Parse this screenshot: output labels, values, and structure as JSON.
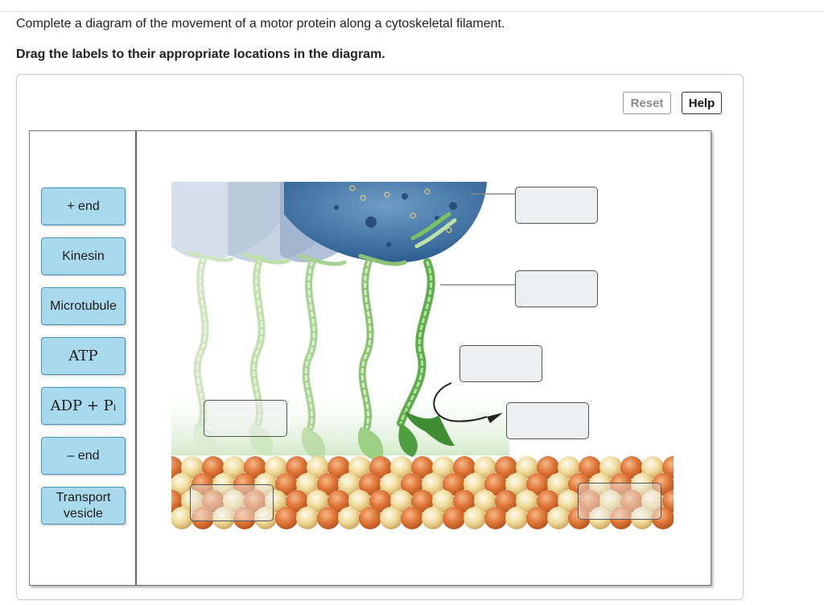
{
  "question": {
    "prompt": "Complete a diagram of the movement of a motor protein along a cytoskeletal filament.",
    "instruction": "Drag the labels to their appropriate locations in the diagram."
  },
  "toolbar": {
    "reset_label": "Reset",
    "help_label": "Help"
  },
  "labels": [
    {
      "text": "+ end",
      "style": "sans"
    },
    {
      "text": "Kinesin",
      "style": "sans"
    },
    {
      "text": "Microtubule",
      "style": "sans"
    },
    {
      "text": "ATP",
      "style": "serif"
    },
    {
      "text": "ADP + Pᵢ",
      "style": "serif"
    },
    {
      "text": "– end",
      "style": "sans"
    },
    {
      "text": "Transport vesicle",
      "style": "sans"
    }
  ],
  "drop_targets": [
    {
      "name": "target-vesicle",
      "value": ""
    },
    {
      "name": "target-motor",
      "value": ""
    },
    {
      "name": "target-atp",
      "value": ""
    },
    {
      "name": "target-adp",
      "value": ""
    },
    {
      "name": "target-left",
      "value": ""
    },
    {
      "name": "target-filament-left",
      "value": ""
    },
    {
      "name": "target-filament-right",
      "value": ""
    }
  ],
  "colors": {
    "label_fill": "#a9d9ec",
    "label_border": "#4c95b6",
    "vesicle_blue": "#3a6fa0",
    "kinesin_green": "#5fae4e",
    "tubulin_orange": "#e0783a",
    "tubulin_cream": "#f1dd9c"
  }
}
